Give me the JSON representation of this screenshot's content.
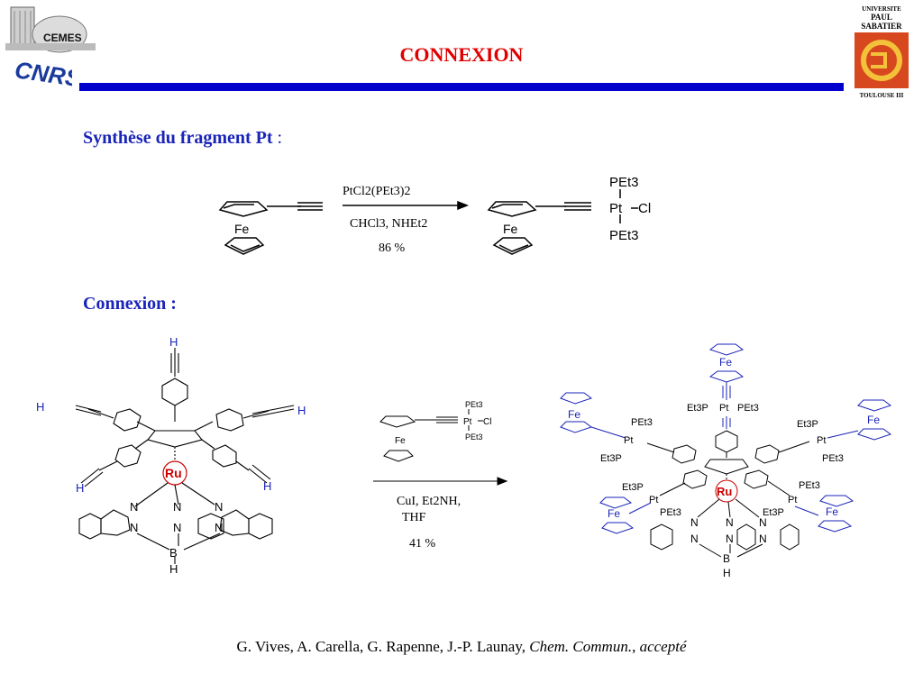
{
  "header": {
    "title": "CONNEXION",
    "logo_left_top": "CEMES",
    "logo_left_bottom": "CNRS",
    "logo_right_lines": [
      "UNIVERSITE",
      "PAUL",
      "SABATIER",
      "TOULOUSE III"
    ]
  },
  "section1": {
    "heading": "Synthèse du fragment Pt",
    "heading_colon": ":",
    "reagent_top": "PtCl2(PEt3)2",
    "reagent_bottom": "CHCl3, NHEt2",
    "yield": "86 %",
    "fe": "Fe",
    "pet3": "PEt3",
    "pt": "Pt",
    "cl": "Cl"
  },
  "section2": {
    "heading": "Connexion :",
    "reagent_line1": "CuI, Et2NH,",
    "reagent_line2": "THF",
    "yield": "41 %",
    "h": "H",
    "ru": "Ru",
    "n": "N",
    "b": "B",
    "fe": "Fe",
    "et3p": "Et3P",
    "pet3": "PEt3",
    "pt": "Pt",
    "cl": "Cl"
  },
  "footer": {
    "authors": "G. Vives, A. Carella, G. Rapenne, J.-P. Launay, ",
    "journal": "Chem. Commun.",
    "sep": ", ",
    "status": "accepté"
  },
  "colors": {
    "title": "#e00000",
    "heading": "#1a24b8",
    "bar": "#0000cc",
    "ru": "#cc0000",
    "molecule_blue": "#1a24b8"
  }
}
